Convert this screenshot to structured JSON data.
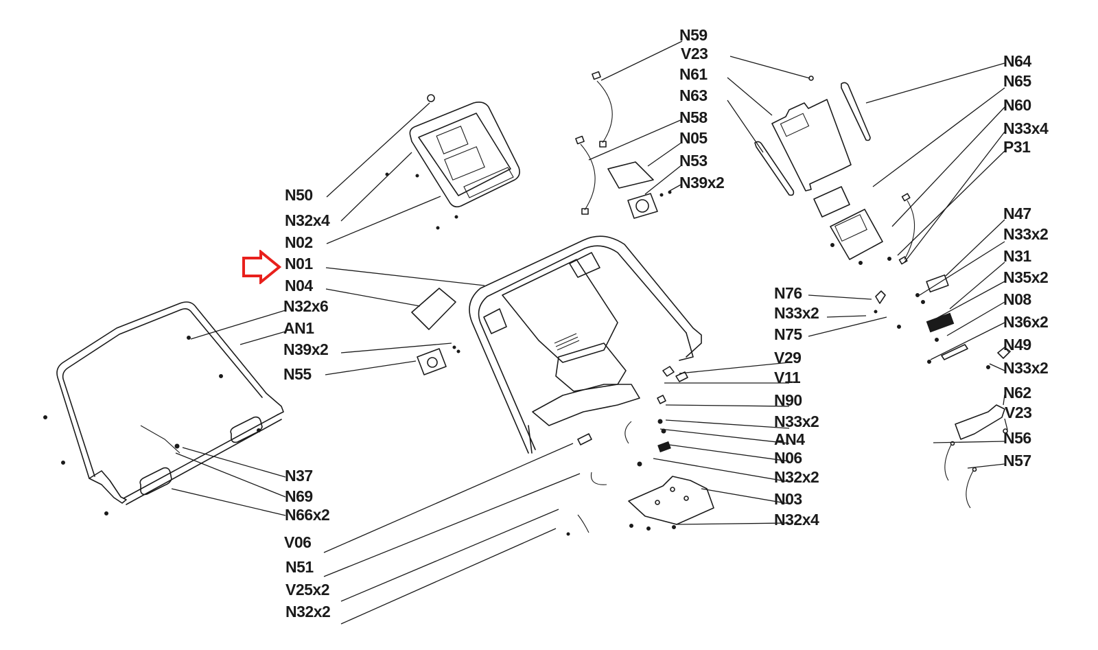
{
  "diagram": {
    "type": "exploded-parts-diagram",
    "subject": "treadmill console assembly",
    "highlight_color": "#e8201c",
    "highlighted_part": "N01",
    "line_color": "#1a1a1a",
    "labels": {
      "N59": "N59",
      "V23_top": "V23",
      "N61": "N61",
      "N63": "N63",
      "N58": "N58",
      "N05": "N05",
      "N53": "N53",
      "N39x2_top": "N39x2",
      "N64": "N64",
      "N65": "N65",
      "N60": "N60",
      "N33x4": "N33x4",
      "P31": "P31",
      "N47": "N47",
      "N33x2_a": "N33x2",
      "N31": "N31",
      "N35x2": "N35x2",
      "N08": "N08",
      "N36x2": "N36x2",
      "N49": "N49",
      "N33x2_b": "N33x2",
      "N62": "N62",
      "V23_right": "V23",
      "N56": "N56",
      "N57": "N57",
      "N50": "N50",
      "N32x4_left": "N32x4",
      "N02": "N02",
      "N01": "N01",
      "N04": "N04",
      "N32x6": "N32x6",
      "AN1": "AN1",
      "N39x2_left": "N39x2",
      "N55": "N55",
      "N37": "N37",
      "N69": "N69",
      "N66x2": "N66x2",
      "V06": "V06",
      "N51": "N51",
      "V25x2": "V25x2",
      "N32x2_bottom": "N32x2",
      "N76": "N76",
      "N33x2_c": "N33x2",
      "N75": "N75",
      "V29": "V29",
      "V11": "V11",
      "N90": "N90",
      "N33x2_d": "N33x2",
      "AN4": "AN4",
      "N06": "N06",
      "N32x2_mid": "N32x2",
      "N03": "N03",
      "N32x4_bottom": "N32x4"
    }
  }
}
